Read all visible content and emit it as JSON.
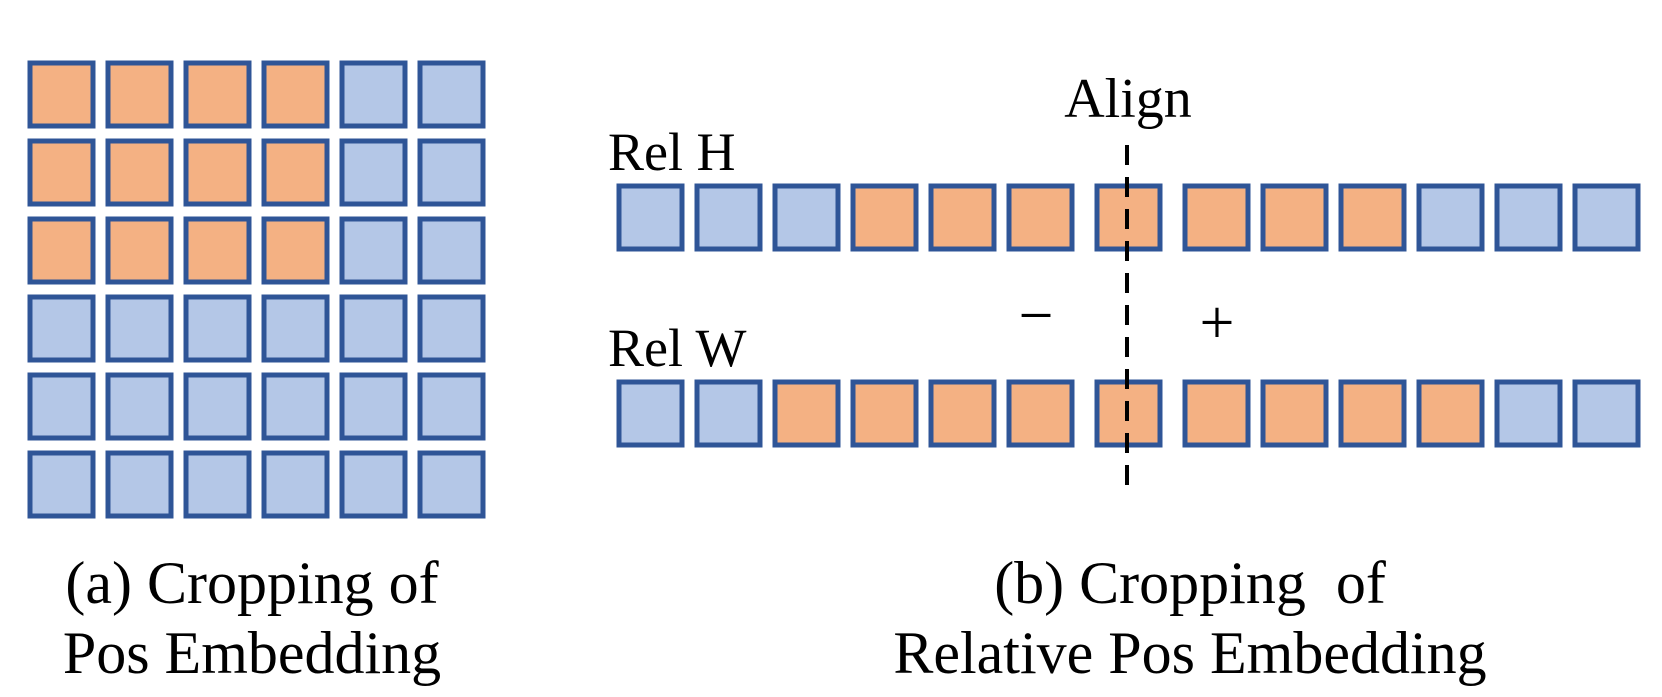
{
  "colors": {
    "crop": "#f4b183",
    "other": "#b4c7e7",
    "border": "#2f5597",
    "text": "#000000"
  },
  "panel_a": {
    "grid": [
      [
        1,
        1,
        1,
        1,
        0,
        0
      ],
      [
        1,
        1,
        1,
        1,
        0,
        0
      ],
      [
        1,
        1,
        1,
        1,
        0,
        0
      ],
      [
        0,
        0,
        0,
        0,
        0,
        0
      ],
      [
        0,
        0,
        0,
        0,
        0,
        0
      ],
      [
        0,
        0,
        0,
        0,
        0,
        0
      ]
    ],
    "caption_line1": "(a) Cropping of",
    "caption_line2": "Pos Embedding"
  },
  "panel_b": {
    "align_label": "Align",
    "rel_h_label": "Rel H",
    "rel_w_label": "Rel W",
    "minus_label": "−",
    "plus_label": "+",
    "rel_h": {
      "left": [
        0,
        0,
        0,
        1,
        1,
        1
      ],
      "center": [
        1
      ],
      "right": [
        1,
        1,
        1,
        0,
        0,
        0
      ]
    },
    "rel_w": {
      "left": [
        0,
        0,
        1,
        1,
        1,
        1
      ],
      "center": [
        1
      ],
      "right": [
        1,
        1,
        1,
        1,
        0,
        0
      ]
    },
    "caption_line1": "(b) Cropping  of",
    "caption_line2": "Relative Pos Embedding"
  }
}
